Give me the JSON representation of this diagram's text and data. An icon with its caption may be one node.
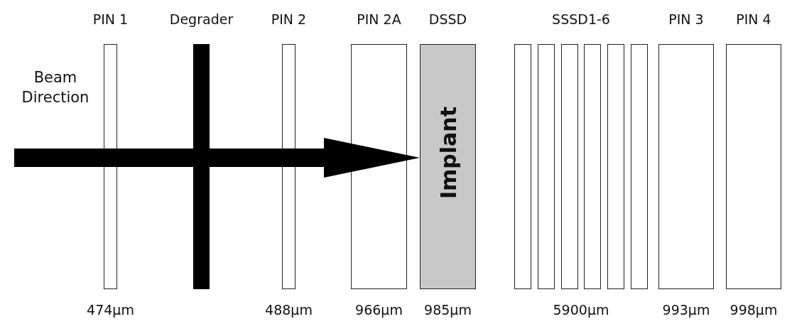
{
  "diagram": {
    "nodes": [
      {
        "text": [
          "PIN 1"
        ],
        "beside": [
          "474μm"
        ]
      },
      {
        "text": [
          "Degrader"
        ]
      },
      {
        "text": [
          "PIN 2"
        ],
        "beside": [
          "488μm"
        ]
      },
      {
        "text": [
          "PIN 2A"
        ],
        "beside": [
          "966μm"
        ]
      },
      {
        "text": [
          "DSSD",
          "Implant"
        ],
        "beside": [
          "985μm"
        ]
      },
      {
        "text": [],
        "shape": "box"
      },
      {
        "text": [],
        "shape": "box"
      },
      {
        "text": [],
        "shape": "box"
      },
      {
        "text": [],
        "shape": "box"
      },
      {
        "text": [],
        "shape": "box"
      },
      {
        "text": [],
        "shape": "box"
      },
      {
        "text": [
          "PIN 3"
        ],
        "beside": [
          "993μm"
        ]
      },
      {
        "text": [
          "PIN 4"
        ],
        "beside": [
          "998μm"
        ]
      }
    ],
    "edges": [
      {
        "from": null,
        "to": 4,
        "arrow": "to",
        "style": "thick"
      }
    ],
    "labels": [
      "Beam Direction",
      "SSSD1-6",
      "5900μm"
    ]
  }
}
